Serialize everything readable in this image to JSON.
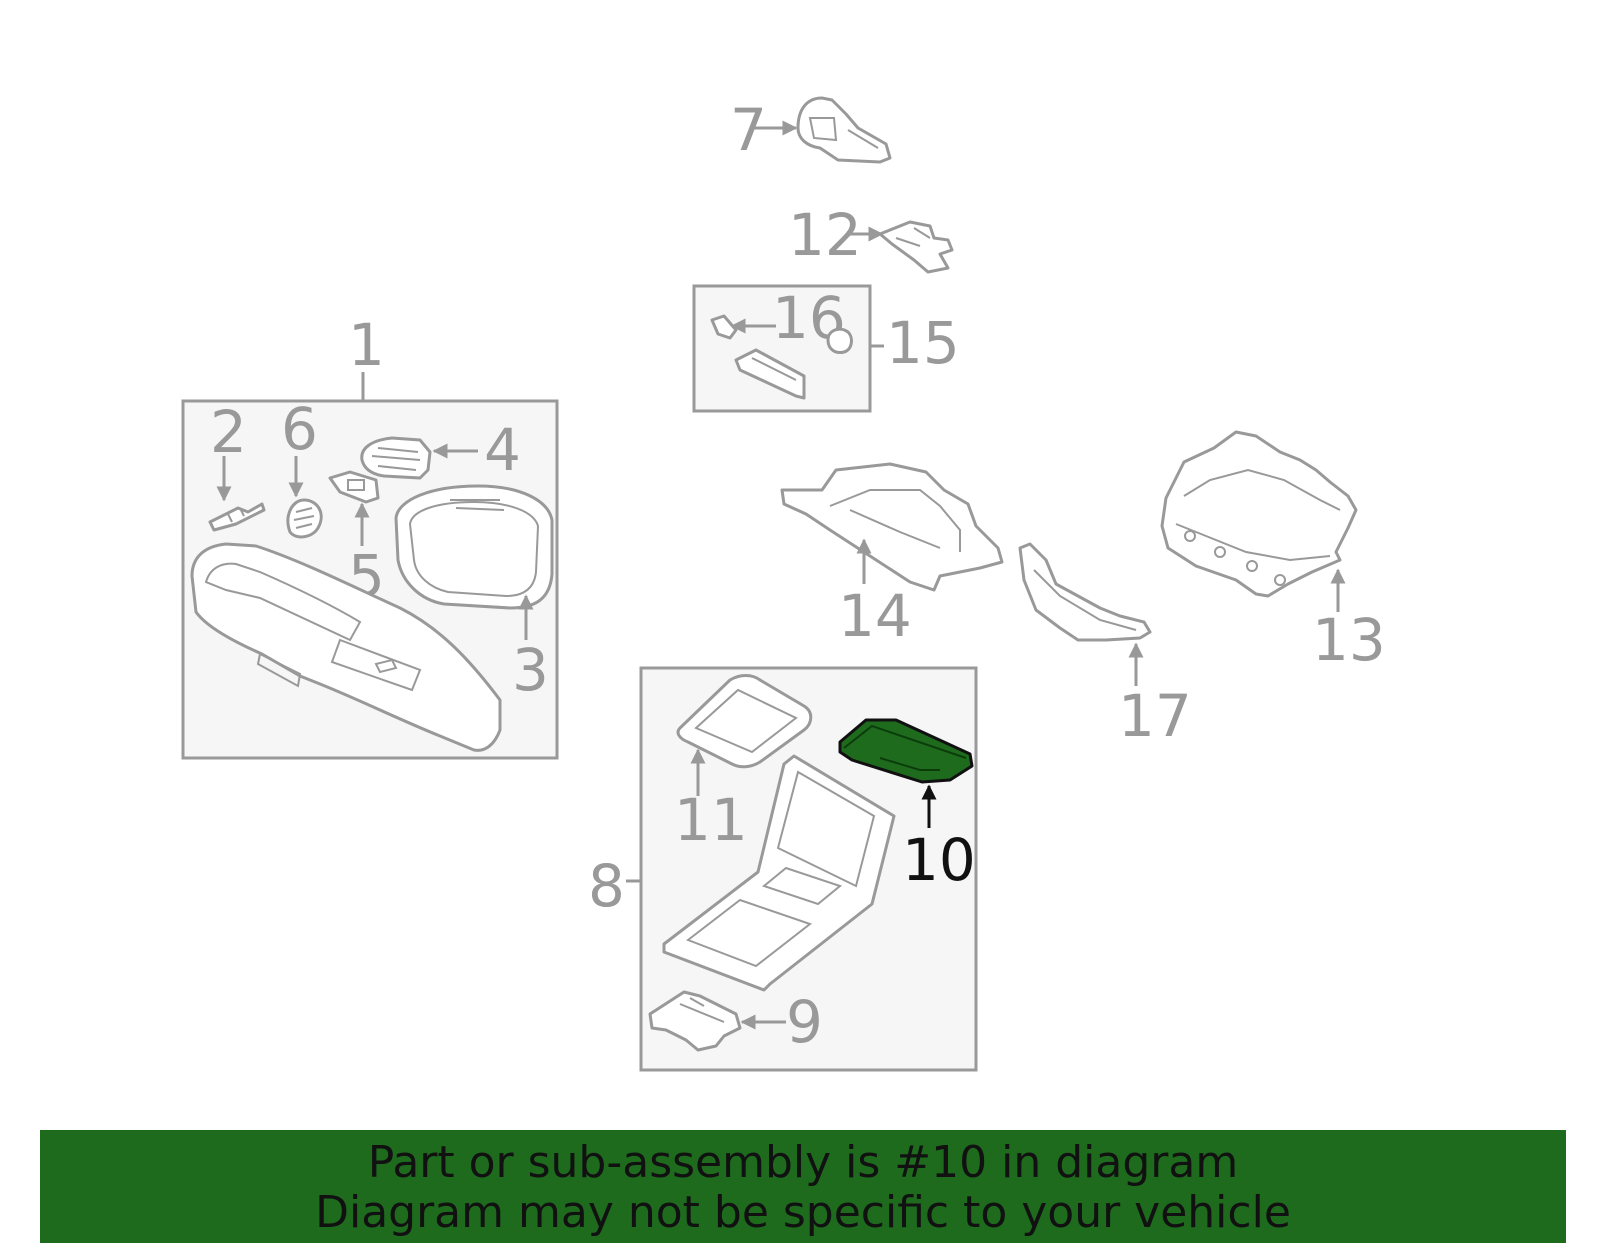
{
  "diagram": {
    "highlight_color": "#1e6b1e",
    "highlighted_part": "10",
    "callouts": {
      "c1": "1",
      "c2": "2",
      "c3": "3",
      "c4": "4",
      "c5": "5",
      "c6": "6",
      "c7": "7",
      "c8": "8",
      "c9": "9",
      "c10": "10",
      "c11": "11",
      "c12": "12",
      "c13": "13",
      "c14": "14",
      "c15": "15",
      "c16": "16",
      "c17": "17"
    }
  },
  "banner": {
    "line1": "Part or sub-assembly is #10 in diagram",
    "line2": "Diagram may not be specific to your vehicle"
  }
}
